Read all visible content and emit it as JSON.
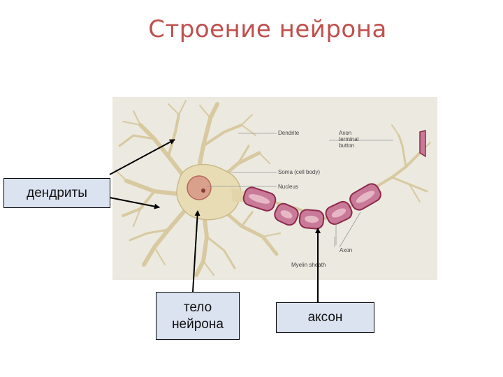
{
  "title": "Строение нейрона",
  "figure": {
    "labels": {
      "dendrite": "Dendrite",
      "axon_terminal": "Axon\nterminal\nbutton",
      "soma": "Soma (cell body)",
      "nucleus": "Nucleus",
      "axon": "Axon",
      "myelin": "Myelin sheath"
    }
  },
  "callouts": {
    "dendrites": "дендриты",
    "cell_body": "тело\nнейрона",
    "axon": "аксон"
  }
}
